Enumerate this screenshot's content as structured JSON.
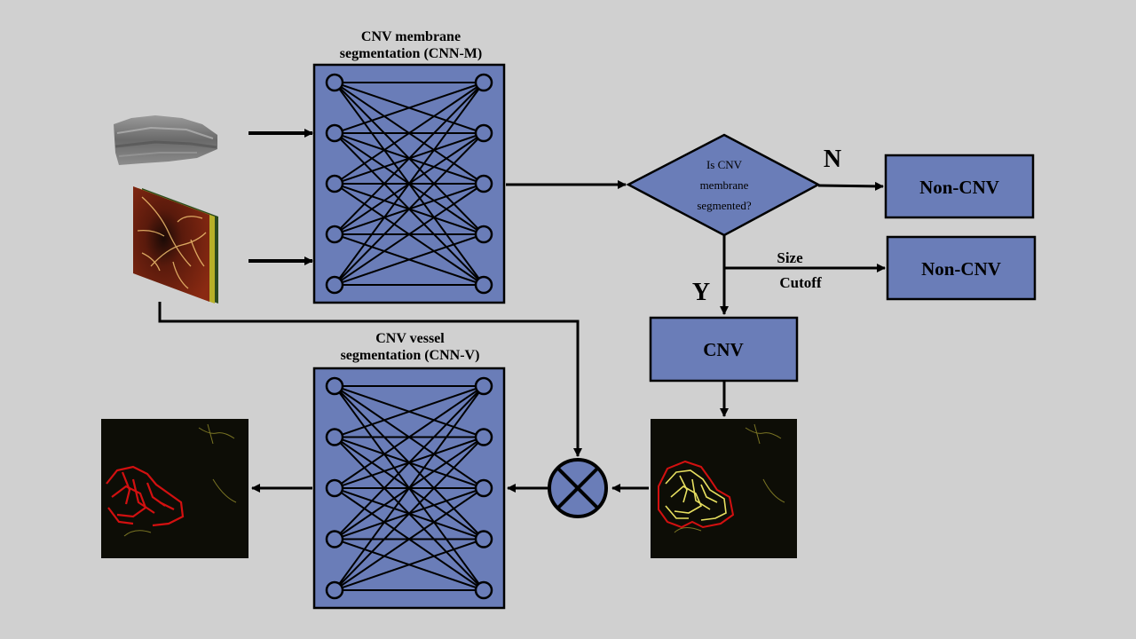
{
  "colors": {
    "background": "#d0d0d0",
    "block_fill": "#6a7db8",
    "stroke": "#000000",
    "segmentation_outline": "#d21010",
    "vessel_yellow": "#e0d840"
  },
  "cnn_m": {
    "title_line1": "CNV membrane",
    "title_line2": "segmentation (CNN-M)",
    "layers": [
      5,
      5
    ]
  },
  "cnn_v": {
    "title_line1": "CNV vessel",
    "title_line2": "segmentation (CNN-V)",
    "layers": [
      5,
      5
    ]
  },
  "decision": {
    "line1": "Is CNV",
    "line2": "membrane",
    "line3": "segmented?"
  },
  "branch_no_label": "N",
  "branch_yes_label": "Y",
  "size_cutoff_line1": "Size",
  "size_cutoff_line2": "Cutoff",
  "non_cnv_top": "Non-CNV",
  "non_cnv_bottom": "Non-CNV",
  "cnv_box": "CNV",
  "inputs": [
    "oct-volume-thumbnail",
    "en-face-angiogram-stack"
  ],
  "multiply_icon": "circled-times-icon"
}
